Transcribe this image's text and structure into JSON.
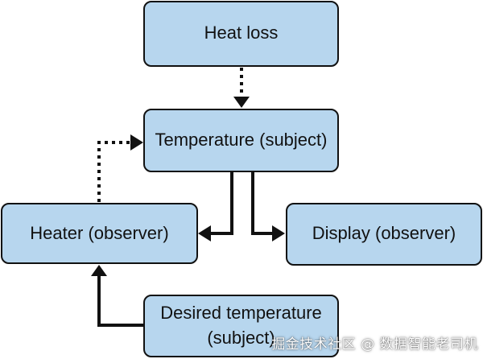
{
  "nodes": {
    "heat_loss": {
      "label": "Heat loss"
    },
    "temperature": {
      "label": "Temperature (subject)"
    },
    "heater": {
      "label": "Heater (observer)"
    },
    "display": {
      "label": "Display (observer)"
    },
    "desired_temperature": {
      "label_line1": "Desired temperature",
      "label_line2": "(subject)"
    }
  },
  "colors": {
    "node_fill": "#b7d6ee",
    "stroke": "#111111"
  },
  "watermark": "掘金技术社区 @ 数据智能老司机"
}
